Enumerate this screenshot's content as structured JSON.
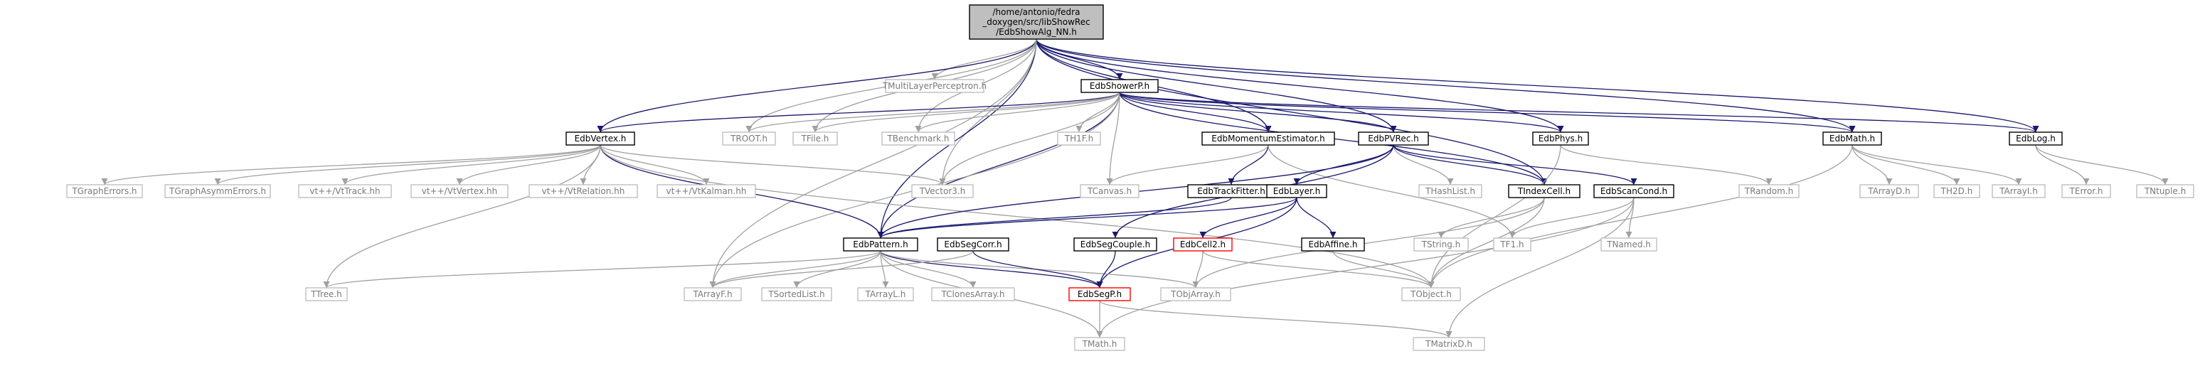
{
  "colors": {
    "root_fill": "#bfbfbf",
    "edge": "#191970",
    "edge_external": "#a0a0a0",
    "external_border": "#bfbfbf",
    "error_border": "#ff0000"
  },
  "nodes": [
    {
      "id": "root",
      "lines": [
        "/home/antonio/fedra",
        "_doxygen/src/libShowRec",
        "/EdbShowAlg_NN.h"
      ],
      "style": "root"
    },
    {
      "id": "TMultiLayerPerceptron",
      "lines": [
        "TMultiLayerPerceptron.h"
      ],
      "style": "ext"
    },
    {
      "id": "EdbShowerP",
      "lines": [
        "EdbShowerP.h"
      ],
      "style": "normal"
    },
    {
      "id": "EdbVertex",
      "lines": [
        "EdbVertex.h"
      ],
      "style": "normal"
    },
    {
      "id": "TROOT",
      "lines": [
        "TROOT.h"
      ],
      "style": "ext"
    },
    {
      "id": "TFile",
      "lines": [
        "TFile.h"
      ],
      "style": "ext"
    },
    {
      "id": "TBenchmark",
      "lines": [
        "TBenchmark.h"
      ],
      "style": "ext"
    },
    {
      "id": "TH1F",
      "lines": [
        "TH1F.h"
      ],
      "style": "ext"
    },
    {
      "id": "EdbMomentumEstimator",
      "lines": [
        "EdbMomentumEstimator.h"
      ],
      "style": "normal"
    },
    {
      "id": "EdbPVRec",
      "lines": [
        "EdbPVRec.h"
      ],
      "style": "normal"
    },
    {
      "id": "EdbPhys",
      "lines": [
        "EdbPhys.h"
      ],
      "style": "normal"
    },
    {
      "id": "EdbMath",
      "lines": [
        "EdbMath.h"
      ],
      "style": "normal"
    },
    {
      "id": "EdbLog",
      "lines": [
        "EdbLog.h"
      ],
      "style": "normal"
    },
    {
      "id": "TGraphErrors",
      "lines": [
        "TGraphErrors.h"
      ],
      "style": "ext"
    },
    {
      "id": "TGraphAsymmErrors",
      "lines": [
        "TGraphAsymmErrors.h"
      ],
      "style": "ext"
    },
    {
      "id": "VtTrack",
      "lines": [
        "vt++/VtTrack.hh"
      ],
      "style": "ext"
    },
    {
      "id": "VtVertex",
      "lines": [
        "vt++/VtVertex.hh"
      ],
      "style": "ext"
    },
    {
      "id": "VtRelation",
      "lines": [
        "vt++/VtRelation.hh"
      ],
      "style": "ext"
    },
    {
      "id": "VtKalman",
      "lines": [
        "vt++/VtKalman.hh"
      ],
      "style": "ext"
    },
    {
      "id": "TVector3",
      "lines": [
        "TVector3.h"
      ],
      "style": "ext"
    },
    {
      "id": "TCanvas",
      "lines": [
        "TCanvas.h"
      ],
      "style": "ext"
    },
    {
      "id": "EdbTrackFitter",
      "lines": [
        "EdbTrackFitter.h"
      ],
      "style": "normal"
    },
    {
      "id": "EdbLayer",
      "lines": [
        "EdbLayer.h"
      ],
      "style": "normal"
    },
    {
      "id": "THashList",
      "lines": [
        "THashList.h"
      ],
      "style": "ext"
    },
    {
      "id": "TIndexCell",
      "lines": [
        "TIndexCell.h"
      ],
      "style": "normal"
    },
    {
      "id": "EdbScanCond",
      "lines": [
        "EdbScanCond.h"
      ],
      "style": "normal"
    },
    {
      "id": "TRandom",
      "lines": [
        "TRandom.h"
      ],
      "style": "ext"
    },
    {
      "id": "TArrayD",
      "lines": [
        "TArrayD.h"
      ],
      "style": "ext"
    },
    {
      "id": "TH2D",
      "lines": [
        "TH2D.h"
      ],
      "style": "ext"
    },
    {
      "id": "TArrayI",
      "lines": [
        "TArrayI.h"
      ],
      "style": "ext"
    },
    {
      "id": "TError",
      "lines": [
        "TError.h"
      ],
      "style": "ext"
    },
    {
      "id": "TNtuple",
      "lines": [
        "TNtuple.h"
      ],
      "style": "ext"
    },
    {
      "id": "EdbPattern",
      "lines": [
        "EdbPattern.h"
      ],
      "style": "normal"
    },
    {
      "id": "EdbSegCorr",
      "lines": [
        "EdbSegCorr.h"
      ],
      "style": "normal"
    },
    {
      "id": "EdbSegCouple",
      "lines": [
        "EdbSegCouple.h"
      ],
      "style": "normal"
    },
    {
      "id": "EdbCell2",
      "lines": [
        "EdbCell2.h"
      ],
      "style": "red"
    },
    {
      "id": "EdbAffine",
      "lines": [
        "EdbAffine.h"
      ],
      "style": "normal"
    },
    {
      "id": "TString",
      "lines": [
        "TString.h"
      ],
      "style": "ext"
    },
    {
      "id": "TF1",
      "lines": [
        "TF1.h"
      ],
      "style": "ext"
    },
    {
      "id": "TNamed",
      "lines": [
        "TNamed.h"
      ],
      "style": "ext"
    },
    {
      "id": "TTree",
      "lines": [
        "TTree.h"
      ],
      "style": "ext"
    },
    {
      "id": "TArrayF",
      "lines": [
        "TArrayF.h"
      ],
      "style": "ext"
    },
    {
      "id": "TSortedList",
      "lines": [
        "TSortedList.h"
      ],
      "style": "ext"
    },
    {
      "id": "TArrayL",
      "lines": [
        "TArrayL.h"
      ],
      "style": "ext"
    },
    {
      "id": "TClonesArray",
      "lines": [
        "TClonesArray.h"
      ],
      "style": "ext"
    },
    {
      "id": "EdbSegP",
      "lines": [
        "EdbSegP.h"
      ],
      "style": "red"
    },
    {
      "id": "TObjArray",
      "lines": [
        "TObjArray.h"
      ],
      "style": "ext"
    },
    {
      "id": "TObject",
      "lines": [
        "TObject.h"
      ],
      "style": "ext"
    },
    {
      "id": "TMath",
      "lines": [
        "TMath.h"
      ],
      "style": "ext"
    },
    {
      "id": "TMatrixD",
      "lines": [
        "TMatrixD.h"
      ],
      "style": "ext"
    }
  ],
  "edges": [
    [
      "root",
      "TMultiLayerPerceptron"
    ],
    [
      "root",
      "EdbShowerP"
    ],
    [
      "root",
      "EdbVertex"
    ],
    [
      "root",
      "TROOT"
    ],
    [
      "root",
      "TFile"
    ],
    [
      "root",
      "TBenchmark"
    ],
    [
      "root",
      "TVector3"
    ],
    [
      "root",
      "EdbMomentumEstimator"
    ],
    [
      "root",
      "EdbPVRec"
    ],
    [
      "root",
      "EdbPhys"
    ],
    [
      "root",
      "EdbMath"
    ],
    [
      "root",
      "EdbLog"
    ],
    [
      "root",
      "TIndexCell"
    ],
    [
      "root",
      "EdbPattern"
    ],
    [
      "root",
      "TArrayF"
    ],
    [
      "EdbShowerP",
      "EdbVertex"
    ],
    [
      "EdbShowerP",
      "TROOT"
    ],
    [
      "EdbShowerP",
      "TFile"
    ],
    [
      "EdbShowerP",
      "TBenchmark"
    ],
    [
      "EdbShowerP",
      "TH1F"
    ],
    [
      "EdbShowerP",
      "EdbMomentumEstimator"
    ],
    [
      "EdbShowerP",
      "EdbPVRec"
    ],
    [
      "EdbShowerP",
      "EdbPhys"
    ],
    [
      "EdbShowerP",
      "EdbMath"
    ],
    [
      "EdbShowerP",
      "EdbLog"
    ],
    [
      "EdbShowerP",
      "TVector3"
    ],
    [
      "EdbShowerP",
      "TCanvas"
    ],
    [
      "EdbShowerP",
      "TIndexCell"
    ],
    [
      "EdbShowerP",
      "EdbPattern"
    ],
    [
      "EdbShowerP",
      "TArrayF"
    ],
    [
      "EdbVertex",
      "TGraphErrors"
    ],
    [
      "EdbVertex",
      "TGraphAsymmErrors"
    ],
    [
      "EdbVertex",
      "VtTrack"
    ],
    [
      "EdbVertex",
      "VtVertex"
    ],
    [
      "EdbVertex",
      "VtRelation"
    ],
    [
      "EdbVertex",
      "VtKalman"
    ],
    [
      "EdbVertex",
      "TVector3"
    ],
    [
      "EdbVertex",
      "EdbPattern"
    ],
    [
      "EdbVertex",
      "TTree"
    ],
    [
      "EdbVertex",
      "TObject"
    ],
    [
      "EdbMomentumEstimator",
      "TCanvas"
    ],
    [
      "EdbMomentumEstimator",
      "EdbTrackFitter"
    ],
    [
      "EdbMomentumEstimator",
      "TF1"
    ],
    [
      "EdbPVRec",
      "EdbLayer"
    ],
    [
      "EdbPVRec",
      "THashList"
    ],
    [
      "EdbPVRec",
      "TIndexCell"
    ],
    [
      "EdbPVRec",
      "EdbScanCond"
    ],
    [
      "EdbPVRec",
      "EdbPattern"
    ],
    [
      "EdbPVRec",
      "EdbSegCouple"
    ],
    [
      "EdbPhys",
      "TRandom"
    ],
    [
      "EdbPhys",
      "TObject"
    ],
    [
      "EdbMath",
      "TArrayD"
    ],
    [
      "EdbMath",
      "TH2D"
    ],
    [
      "EdbMath",
      "TArrayI"
    ],
    [
      "EdbMath",
      "TObject"
    ],
    [
      "EdbLog",
      "TError"
    ],
    [
      "EdbLog",
      "TNtuple"
    ],
    [
      "EdbTrackFitter",
      "EdbPattern"
    ],
    [
      "EdbLayer",
      "EdbPattern"
    ],
    [
      "EdbLayer",
      "EdbCell2"
    ],
    [
      "EdbLayer",
      "EdbAffine"
    ],
    [
      "EdbLayer",
      "EdbSegP"
    ],
    [
      "TIndexCell",
      "TString"
    ],
    [
      "TIndexCell",
      "TObject"
    ],
    [
      "TIndexCell",
      "TObjArray"
    ],
    [
      "EdbScanCond",
      "TNamed"
    ],
    [
      "EdbScanCond",
      "TF1"
    ],
    [
      "EdbScanCond",
      "TMath"
    ],
    [
      "EdbScanCond",
      "TMatrixD"
    ],
    [
      "EdbPattern",
      "TTree"
    ],
    [
      "EdbPattern",
      "TArrayF"
    ],
    [
      "EdbPattern",
      "TSortedList"
    ],
    [
      "EdbPattern",
      "TArrayL"
    ],
    [
      "EdbPattern",
      "TClonesArray"
    ],
    [
      "EdbPattern",
      "EdbSegP"
    ],
    [
      "EdbPattern",
      "TObjArray"
    ],
    [
      "EdbPattern",
      "TMath"
    ],
    [
      "EdbSegCorr",
      "EdbSegP"
    ],
    [
      "EdbSegCorr",
      "TArrayF"
    ],
    [
      "EdbSegCouple",
      "EdbSegP"
    ],
    [
      "EdbCell2",
      "TObjArray"
    ],
    [
      "EdbCell2",
      "TObject"
    ],
    [
      "EdbAffine",
      "TObject"
    ],
    [
      "EdbSegP",
      "TMath"
    ],
    [
      "EdbSegP",
      "TMatrixD"
    ]
  ]
}
